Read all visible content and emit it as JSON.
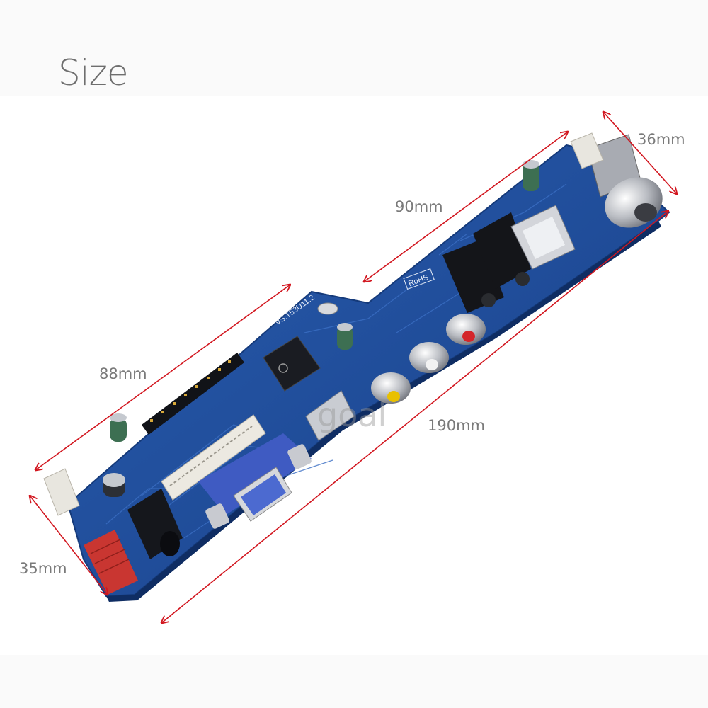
{
  "title": "Size",
  "dimensions": {
    "width_left": "88mm",
    "width_top": "90mm",
    "length": "190mm",
    "height_right": "36mm",
    "height_left": "35mm"
  },
  "board": {
    "silkscreen": "VS.T53U11.2",
    "rohs_mark": "RoHS"
  },
  "watermark": "goal",
  "colors": {
    "arrow": "#d2161f",
    "pcb": "#1f4f9a",
    "text": "#7a7a7a"
  }
}
